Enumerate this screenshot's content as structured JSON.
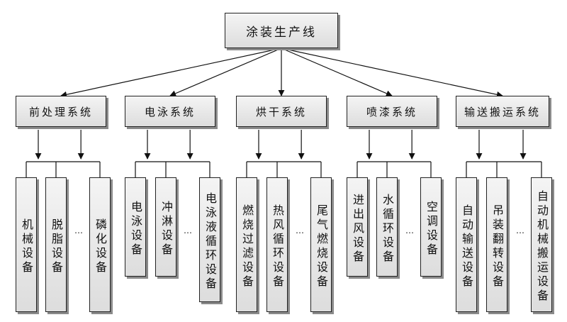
{
  "root": "涂装生产线",
  "ellipsis": "…",
  "systems": [
    {
      "name": "前处理系统",
      "devices": [
        "机械设备",
        "脱脂设备",
        "磷化设备"
      ]
    },
    {
      "name": "电泳系统",
      "devices": [
        "电泳设备",
        "冲淋设备",
        "电泳液循环设备"
      ]
    },
    {
      "name": "烘干系统",
      "devices": [
        "燃烧过滤设备",
        "热风循环设备",
        "尾气燃烧设备"
      ]
    },
    {
      "name": "喷漆系统",
      "devices": [
        "进出风设备",
        "水循环设备",
        "空调设备"
      ]
    },
    {
      "name": "输送搬运系统",
      "devices": [
        "自动输送设备",
        "吊装翻转设备",
        "自动机械搬运设备"
      ]
    }
  ]
}
